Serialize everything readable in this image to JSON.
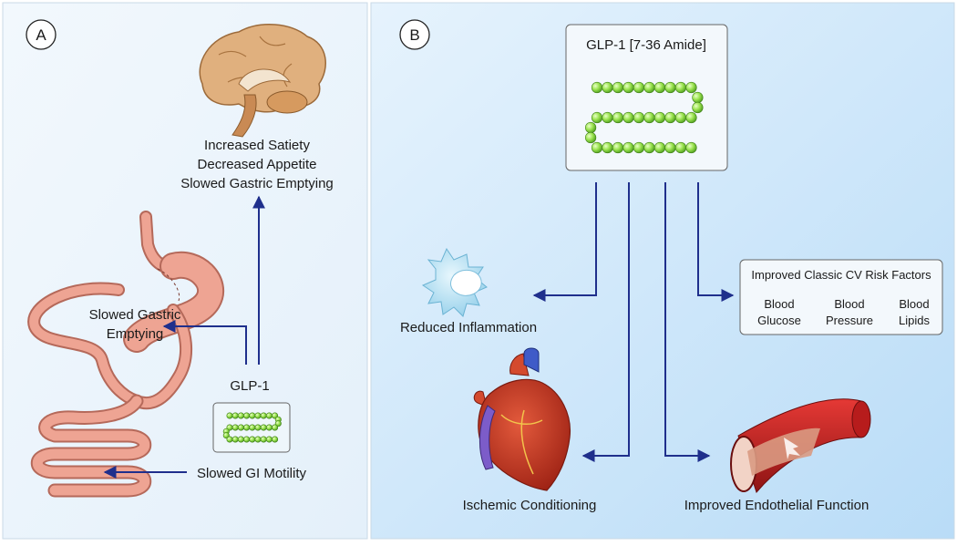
{
  "panel_a": {
    "badge": "A",
    "brain_effects": [
      "Increased Satiety",
      "Decreased Appetite",
      "Slowed Gastric Emptying"
    ],
    "stomach_label": [
      "Slowed Gastric",
      "Emptying"
    ],
    "hormone_label": "GLP-1",
    "gi_label": "Slowed GI Motility"
  },
  "panel_b": {
    "badge": "B",
    "peptide_title": "GLP-1 [7-36 Amide]",
    "inflammation_label": "Reduced Inflammation",
    "risk_factors": {
      "title": "Improved Classic CV Risk Factors",
      "items": [
        {
          "line1": "Blood",
          "line2": "Glucose"
        },
        {
          "line1": "Blood",
          "line2": "Pressure"
        },
        {
          "line1": "Blood",
          "line2": "Lipids"
        }
      ]
    },
    "heart_label": "Ischemic Conditioning",
    "vessel_label": "Improved Endothelial Function"
  },
  "colors": {
    "arrow": "#1f2f8c",
    "panel_bg": "#cfe7fb",
    "bead": "#8ee04a",
    "gut": "#eea493",
    "heart": "#c0392b",
    "vessel": "#c62828",
    "cell": "#a9dcf2"
  }
}
